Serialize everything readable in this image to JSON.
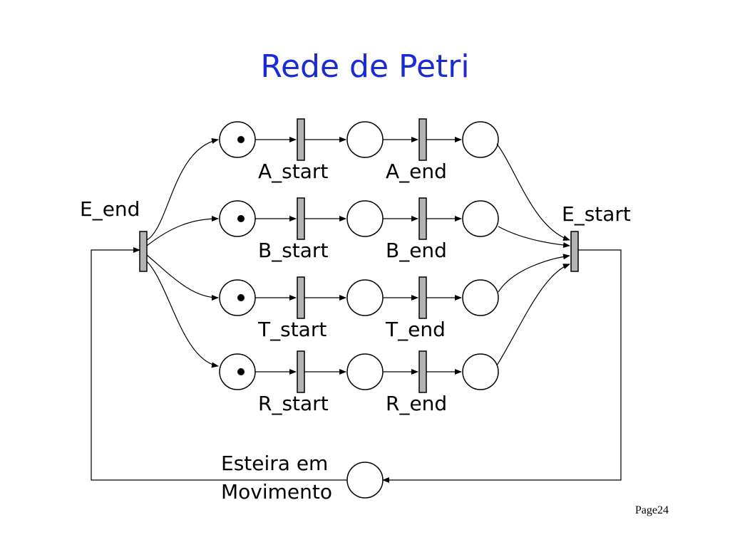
{
  "title": "Rede de Petri",
  "footer": "Page24",
  "labels": {
    "e_end": "E_end",
    "e_start": "E_start",
    "esteira_line1": "Esteira em",
    "esteira_line2": "Movimento"
  },
  "rows": [
    {
      "start_label": "A_start",
      "end_label": "A_end",
      "token": true
    },
    {
      "start_label": "B_start",
      "end_label": "B_end",
      "token": true
    },
    {
      "start_label": "T_start",
      "end_label": "T_end",
      "token": true
    },
    {
      "start_label": "R_start",
      "end_label": "R_end",
      "token": true
    }
  ],
  "colors": {
    "title": "#1a2bd6",
    "transition_fill": "#b3b3b3"
  }
}
